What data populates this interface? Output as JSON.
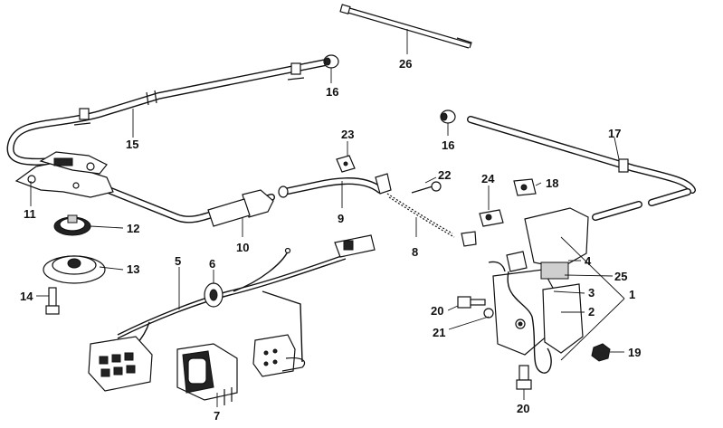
{
  "callouts": {
    "c1": "1",
    "c2": "2",
    "c3": "3",
    "c4": "4",
    "c5": "5",
    "c6": "6",
    "c7": "7",
    "c8": "8",
    "c9": "9",
    "c10": "10",
    "c11": "11",
    "c12": "12",
    "c13": "13",
    "c14": "14",
    "c15": "15",
    "c16a": "16",
    "c16b": "16",
    "c17": "17",
    "c18": "18",
    "c19": "19",
    "c20a": "20",
    "c20b": "20",
    "c21": "21",
    "c22": "22",
    "c23": "23",
    "c24": "24",
    "c25": "25",
    "c26": "26"
  }
}
